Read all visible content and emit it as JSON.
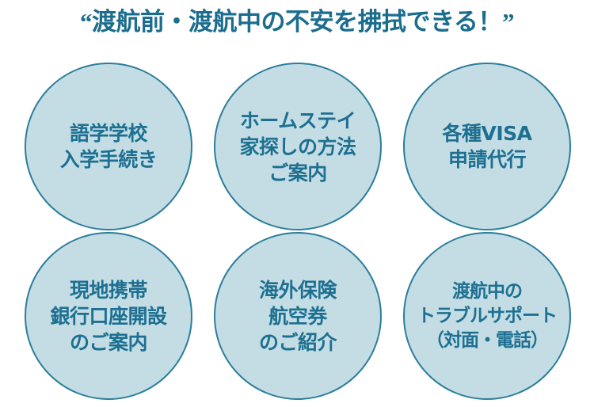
{
  "headline": {
    "open_quote": "“",
    "text": "渡航前・渡航中の不安を拂拭できる！",
    "close_quote": "”"
  },
  "colors": {
    "headline_text": "#1b6d8e",
    "circle_fill": "#c4dde4",
    "circle_border": "#2b7e9b",
    "circle_text": "#1d7091",
    "background": "#ffffff"
  },
  "circles": [
    {
      "id": "language-school-enrollment",
      "lines": [
        "語学学校",
        "入学手続き"
      ]
    },
    {
      "id": "homestay-house-hunting",
      "lines": [
        "ホームステイ",
        "家探しの方法",
        "ご案内"
      ]
    },
    {
      "id": "visa-application-agency",
      "lines": [
        "各種VISA",
        "申請代行"
      ]
    },
    {
      "id": "local-phone-bank-account",
      "lines": [
        "現地携帯",
        "銀行口座開設",
        "のご案内"
      ]
    },
    {
      "id": "insurance-airfare",
      "lines": [
        "海外保険",
        "航空券",
        "のご紹介"
      ]
    },
    {
      "id": "trouble-support",
      "lines": [
        "渡航中の",
        "トラブルサポート",
        "（対面・電話）"
      ]
    }
  ]
}
